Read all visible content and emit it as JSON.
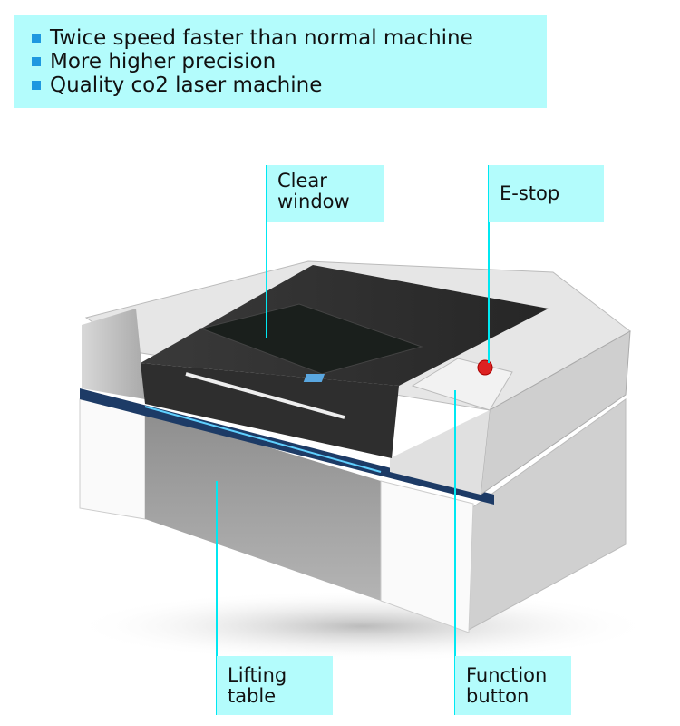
{
  "features": [
    "Twice speed faster than normal machine",
    "More higher precision",
    "Quality co2 laser machine"
  ],
  "callouts": {
    "clear_window": [
      "Clear",
      "window"
    ],
    "e_stop": [
      "E-stop"
    ],
    "lifting_table": [
      "Lifting",
      "table"
    ],
    "function_button": [
      "Function",
      "button"
    ]
  },
  "colors": {
    "label_bg": "#b3fcfc",
    "line": "#00e8f2",
    "bullet": "#1e98e0"
  }
}
